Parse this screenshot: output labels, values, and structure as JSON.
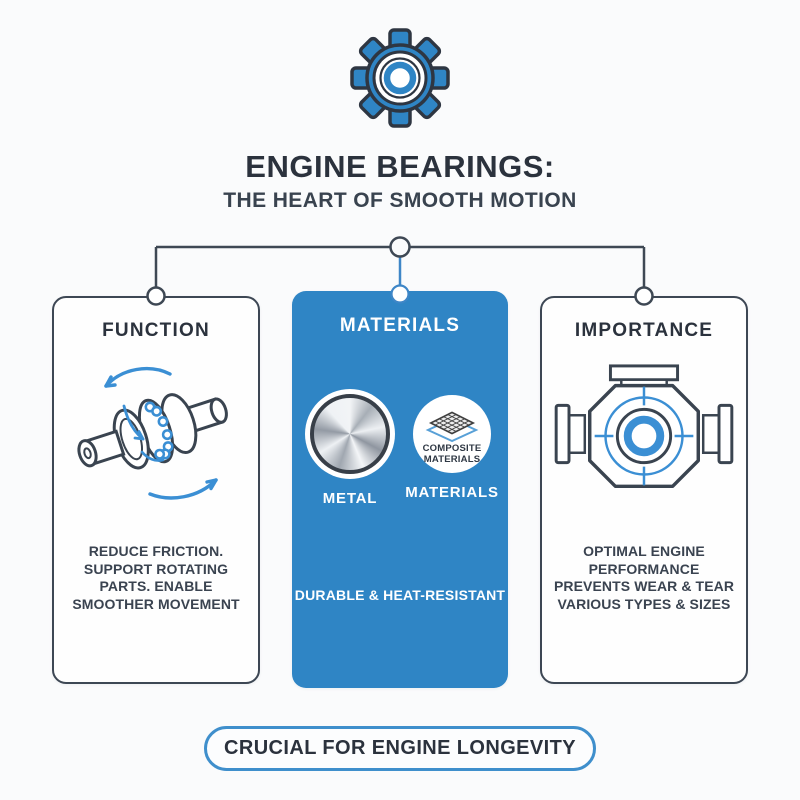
{
  "header": {
    "title": "ENGINE BEARINGS:",
    "subtitle": "THE HEART OF SMOOTH MOTION"
  },
  "cards": {
    "function": {
      "title": "FUNCTION",
      "body": [
        "REDUCE FRICTION.",
        "SUPPORT ROTATING",
        "PARTS. ENABLE",
        "SMOOTHER MOVEMENT"
      ]
    },
    "materials": {
      "title": "MATERIALS",
      "metal_label": "METAL",
      "composite_circle_text": [
        "COMPOSITE",
        "MATERIALS"
      ],
      "composite_label": "MATERIALS",
      "footer": "DURABLE & HEAT-RESISTANT"
    },
    "importance": {
      "title": "IMPORTANCE",
      "body": [
        "OPTIMAL ENGINE",
        "PERFORMANCE",
        "PREVENTS WEAR & TEAR",
        "VARIOUS TYPES & SIZES"
      ]
    }
  },
  "footer": {
    "badge": "CRUCIAL FOR ENGINE LONGEVITY"
  },
  "icons": {
    "header": "gear-icon",
    "function": "crankshaft-bearing-icon",
    "materials_left": "metal-disc-icon",
    "materials_right": "composite-mesh-icon",
    "importance": "engine-block-icon"
  },
  "colors": {
    "background": "#fafbfc",
    "accent_blue": "#2f85c5",
    "arrow_blue": "#3b8fd4",
    "outline_dark": "#3d4754",
    "title_text": "#2b323d",
    "body_text": "#3a4350",
    "pill_border": "#3f8fcc",
    "card_white": "#fefefe"
  }
}
